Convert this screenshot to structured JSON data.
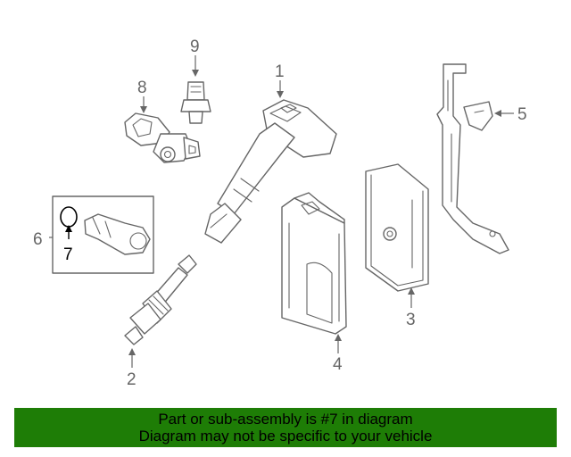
{
  "callouts": {
    "c1": "1",
    "c2": "2",
    "c3": "3",
    "c4": "4",
    "c5": "5",
    "c6": "6",
    "c7": "7",
    "c8": "8",
    "c9": "9"
  },
  "banner": {
    "line1": "Part or sub-assembly is #7 in diagram",
    "line2": "Diagram may not be specific to your vehicle"
  },
  "colors": {
    "banner_bg": "#1e7d06",
    "line_art": "#666666",
    "highlight": "#000000"
  }
}
